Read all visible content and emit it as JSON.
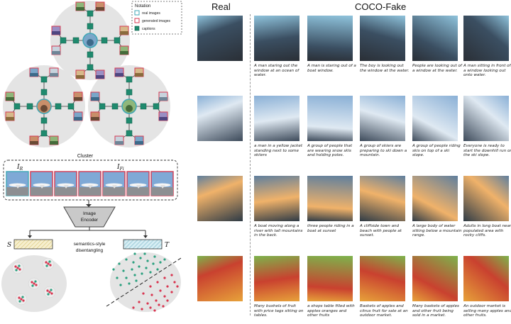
{
  "notation": {
    "title": "Notation",
    "items": [
      {
        "label": "real images"
      },
      {
        "label": "generated images"
      },
      {
        "label": "captions"
      }
    ]
  },
  "cluster": {
    "title": "Cluster",
    "real_symbol": "I",
    "real_sub": "R",
    "fake_symbol": "I",
    "fake_sub": "Fi"
  },
  "encoder": {
    "line1": "Image",
    "line2": "Encoder"
  },
  "disentangle": {
    "line1": "semantics-style",
    "line2": "disentangling"
  },
  "branches": {
    "s": "S",
    "t": "T"
  },
  "colors": {
    "real_border": "#3fa7b5",
    "fake_border": "#d43a52",
    "caption_node": "#1f8a6e",
    "teal_dot": "#2aa07e",
    "red_dot": "#d8344f",
    "s_box": "#e8d89a",
    "t_box": "#8ec8d8"
  },
  "grid": {
    "real_title": "Real",
    "fake_title": "COCO-Fake",
    "rows": [
      {
        "captions": [
          "A man staring out the window at an ocean of water.",
          "A man is staring out of a boat window.",
          "The boy is looking out the window at the water.",
          "People are looking out of a window at the water.",
          "A man sitting in front of a window looking out onto water."
        ]
      },
      {
        "captions": [
          "a man in a yellow jacket standing next to some skiiers",
          "A group of people that are wearing snow skis and holding poles.",
          "A group of skiers are preparing to ski down a mountain.",
          "A group of people riding skis on top of a ski slope.",
          "Everyone is ready to start the downhill run on the ski slope."
        ]
      },
      {
        "captions": [
          "A boat moving along a river with tall mountains in the back.",
          "three people riding in a boat at sunset",
          "A cliffside town and beach with people at sunset.",
          "A large body of water sitting below a mountain range.",
          "Adults in long boat near populated area with rocky cliffs."
        ]
      },
      {
        "captions": [
          "Many bushels of fruit with price tags sitting on tables.",
          "a shops table filled with apples oranges and other fruits",
          "Baskets of apples and citrus fruit for sale at an outdoor market.",
          "Many baskets of apples and other fruit being sold in a market.",
          "An outdoor market is selling many apples and other fruits."
        ]
      }
    ]
  }
}
